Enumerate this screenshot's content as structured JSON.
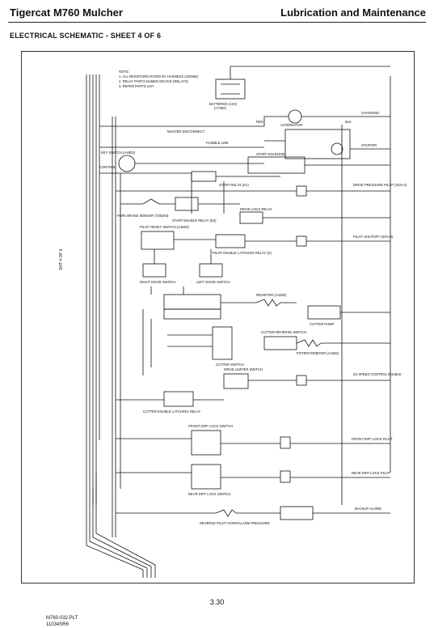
{
  "header": {
    "left_title": "Tigercat M760 Mulcher",
    "right_title": "Lubrication and Maintenance"
  },
  "subtitle": "ELECTRICAL SCHEMATIC - SHEET 4 OF 6",
  "footer": {
    "plt_line1": "M760-032.PLT",
    "plt_line2": "11034SR6",
    "page_number": "3.30"
  },
  "schematic": {
    "notes": [
      "NOTE:",
      "1. ALL RESISTORS RATED BY HARNESS (100486)",
      "2. RELAY PARTS NAMED DEVICE (RELAYS)",
      "3. REFER PARTS LIST"
    ],
    "battery_label": "BATTERIES (12V)",
    "battery_part": "(A7382)",
    "alternator_label": "ALTERNATOR",
    "charging_label": "CHARGING",
    "starter_label": "STARTER",
    "master_disconnect": "MASTER DISCONNECT",
    "fusible_link": "FUSIBLE LINK",
    "key_switch": "KEY SWITCH (A4803)",
    "control_label": "CONTROL",
    "start_solenoid": "START SOLENOID",
    "start_relay": "START RELAY (K1)",
    "start_enable_relay": "START ENABLE RELAY (K2)",
    "drive_lock_relay": "DRIVE LOCK RELAY",
    "drive_pressure_pilot": "DRIVE PRESSURE PILOT (SOV-2)",
    "park_brake_sensor": "PARK BRAKE SENSOR (T30284)",
    "pilot_reset_switch": "PILOT RESET SWITCH (A4803)",
    "pilot_enable_relay": "PILOT ENABLE LATCHING RELAY (K)",
    "pilot_shutoff": "PILOT SHUTOFF (SOV-3)",
    "right_door_switch": "RIGHT DOOR SWITCH",
    "left_door_switch": "LEFT DOOR SWITCH",
    "cutter_switch": "CUTTER SWITCH",
    "resistor_label": "RESISTOR (A4282)",
    "cutter_pump_label": "CUTTER PUMP",
    "cutter_reverse_switch": "CUTTER REVERSE SWITCH",
    "potentiometer_label": "POTENTIOMETER (A4282)",
    "drive_limiter_switch": "DRIVE LIMITER SWITCH",
    "cutter_enable_relay": "CUTTER ENABLE LATCHING RELAY",
    "two_speed_control": "2S SPEED CONTROL ENABLE",
    "front_diff_switch": "FRONT DIFF LOCK SWITCH",
    "front_diff_pilot": "FRONT DIFF LOCK PILOT",
    "rear_diff_switch": "REAR DIFF LOCK SWITCH",
    "rear_diff_pilot": "REAR DIFF LOCK PILOT",
    "reverse_pilot": "REVERSE PILOT HORN/ALARM PRESSURE",
    "backup_alarm": "BACKUP ALARM",
    "blk": "BLK",
    "red": "RED",
    "sheet_ref": "SHT 4 OF 6"
  }
}
